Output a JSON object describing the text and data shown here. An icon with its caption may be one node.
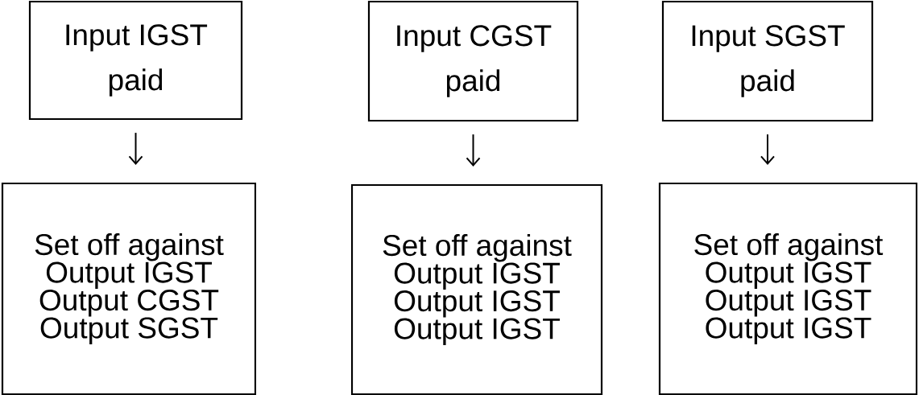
{
  "diagram": {
    "nodes": [
      {
        "text": [
          "Input IGST paid"
        ]
      },
      {
        "text": [
          "Set off against",
          "Output IGST",
          "Output CGST",
          "Output SGST"
        ]
      },
      {
        "text": [
          "Input CGST paid"
        ]
      },
      {
        "text": [
          "Set off against",
          "Output IGST",
          "Output IGST",
          "Output IGST"
        ]
      },
      {
        "text": [
          "Input SGST paid"
        ]
      },
      {
        "text": [
          "Set off against",
          "Output IGST",
          "Output IGST",
          "Output IGST"
        ]
      }
    ],
    "edges": [
      {
        "from": 0,
        "to": 1,
        "arrow": "to"
      },
      {
        "from": 2,
        "to": 3,
        "arrow": "to"
      },
      {
        "from": 4,
        "to": 5,
        "arrow": "to"
      }
    ]
  }
}
